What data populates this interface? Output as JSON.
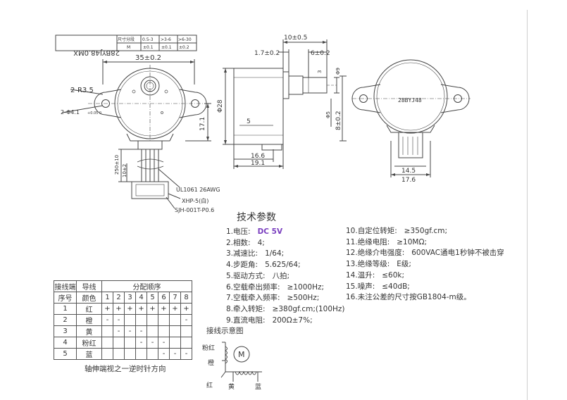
{
  "drawing": {
    "title_box": {
      "model": "28BYJ48.0MX",
      "step_label": "尺寸分段",
      "col_a": "0.5-3",
      "col_b": ">3-6",
      "col_c": ">6-30",
      "row_label": "M",
      "tol_a": "±0.1",
      "tol_b": "±0.1",
      "tol_c": "±0.2"
    },
    "front_view": {
      "width": "35±0.2",
      "radius": "2-R3.5",
      "holes": "2-Φ4.1",
      "hole_tol": "+0.05 0",
      "height": "17.1",
      "cable_len": "250±10",
      "strip_len": "10±2",
      "wire_spec": "UL1061 26AWG",
      "housing": "XHP-5(白)",
      "connector": "SJH-001T-P0.6"
    },
    "side_view": {
      "shaft_len": "10±0.5",
      "boss_len": "1.7±0.2",
      "flat_len": "6±0.2",
      "dia28": "Φ28",
      "shaft_dia": "Φ5",
      "flat_dim": "3",
      "boss_dia": "Φ9",
      "pos_dim": "8±0.2",
      "five": "5",
      "body_len": "16.6",
      "total_len": "19.1"
    },
    "back_view": {
      "label": "28BYJ48",
      "dim_a": "14.5",
      "dim_b": "17.6"
    }
  },
  "params": {
    "title": "技术参数",
    "items": [
      {
        "label": "1.电压:",
        "value": "DC 5V"
      },
      {
        "label": "2.相数:",
        "value": "4;"
      },
      {
        "label": "3.减速比:",
        "value": "1/64;"
      },
      {
        "label": "4.步距角:",
        "value": "5.625/64;"
      },
      {
        "label": "5.驱动方式:",
        "value": "八拍;"
      },
      {
        "label": "6.空载牵出频率:",
        "value": "≥1000Hz;"
      },
      {
        "label": "7.空载牵入频率:",
        "value": "≥500Hz;"
      },
      {
        "label": "8.牵入转矩:",
        "value": "≥380gf.cm;(100Hz)"
      },
      {
        "label": "9.直流电阻:",
        "value": "200Ω±7%;"
      },
      {
        "label": "10.自定位转矩:",
        "value": "≥350gf.cm;"
      },
      {
        "label": "11.绝缘电阻:",
        "value": "≥10MΩ;"
      },
      {
        "label": "12.绝缘介电强度:",
        "value": "600VAC通电1秒钟不被击穿"
      },
      {
        "label": "13.绝缘等级:",
        "value": "E级;"
      },
      {
        "label": "14.温升:",
        "value": "≤60k;"
      },
      {
        "label": "15.噪声:",
        "value": "≤40dB;"
      },
      {
        "label": "16.未注公差的尺寸按GB1804-m级。",
        "value": ""
      }
    ]
  },
  "wiring_table": {
    "header_top": "接线端",
    "header_top2": "导线",
    "header_seq": "分配顺序",
    "header_sn": "序号",
    "header_color": "颜色",
    "steps": [
      "1",
      "2",
      "3",
      "4",
      "5",
      "6",
      "7",
      "8"
    ],
    "rows": [
      {
        "n": "1",
        "color": "红",
        "cells": [
          "+",
          "+",
          "+",
          "+",
          "+",
          "+",
          "+",
          "+"
        ]
      },
      {
        "n": "2",
        "color": "橙",
        "cells": [
          "-",
          "-",
          "",
          "",
          "",
          "",
          "",
          "-"
        ]
      },
      {
        "n": "3",
        "color": "黄",
        "cells": [
          "",
          "-",
          "-",
          "-",
          "",
          "",
          "",
          ""
        ]
      },
      {
        "n": "4",
        "color": "粉红",
        "cells": [
          "",
          "",
          "",
          "-",
          "-",
          "-",
          "",
          ""
        ]
      },
      {
        "n": "5",
        "color": "蓝",
        "cells": [
          "",
          "",
          "",
          "",
          "",
          "-",
          "-",
          "-"
        ]
      }
    ],
    "caption": "轴伸端视之一逆时针方向"
  },
  "schematic": {
    "title": "接线示意图",
    "motor": "M",
    "pink": "粉红",
    "orange": "橙",
    "red": "红",
    "yellow": "黄",
    "blue": "蓝"
  }
}
